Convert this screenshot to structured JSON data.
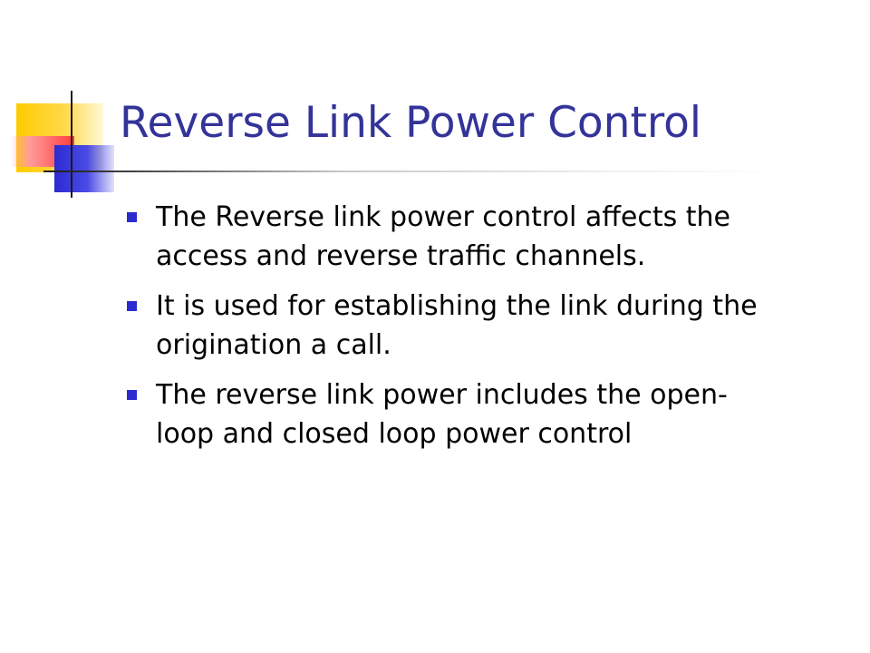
{
  "slide": {
    "title": "Reverse Link Power Control",
    "bullets": [
      {
        "text": "The Reverse link power control affects the access and reverse traffic channels."
      },
      {
        "text": "It is used for establishing the link during the origination a call."
      },
      {
        "text": "The reverse link power includes the open-loop and closed loop power control"
      }
    ],
    "colors": {
      "title": "#333399",
      "bullet_marker": "#2b2bd0",
      "body_text": "#000000",
      "decoration_yellow": "#ffcc00",
      "decoration_red": "#ff3b3b",
      "decoration_blue": "#2b2bd0"
    },
    "icons": {
      "bullet_marker": "square-bullet-icon",
      "corner_decoration": "color-blocks-decoration"
    }
  }
}
